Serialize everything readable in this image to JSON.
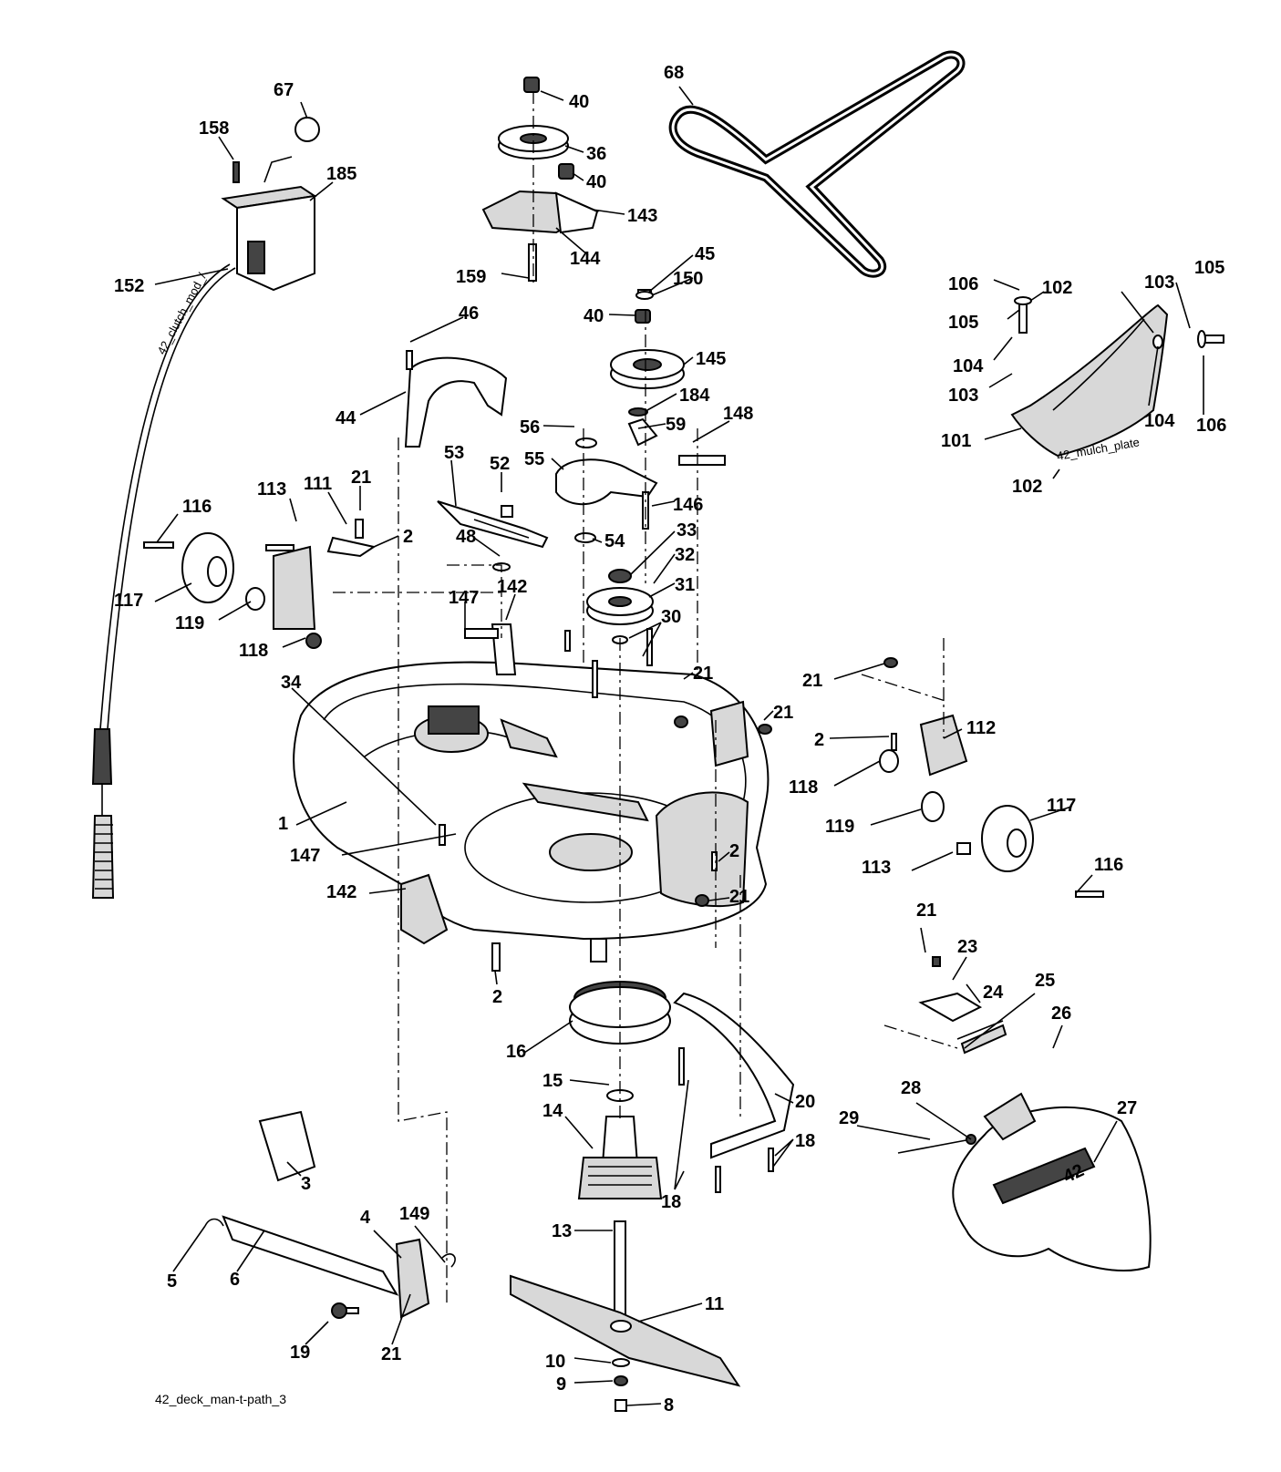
{
  "title": "42_deck_man-t-path_3",
  "stamps": {
    "clutch": "42_clutch_mod_/",
    "mulch": "42_mulch_plate"
  },
  "deck_number": "42",
  "callouts": {
    "c67": "67",
    "c158": "158",
    "c185": "185",
    "c152": "152",
    "c40a": "40",
    "c36": "36",
    "c40b": "40",
    "c143": "143",
    "c144": "144",
    "c159": "159",
    "c68": "68",
    "c45": "45",
    "c150": "150",
    "c40c": "40",
    "c145": "145",
    "c184": "184",
    "c46": "46",
    "c44": "44",
    "c106a": "106",
    "c105a": "105",
    "c102a": "102",
    "c103a": "103",
    "c105b": "105",
    "c104a": "104",
    "c103b": "103",
    "c104b": "104",
    "c106b": "106",
    "c101": "101",
    "c102b": "102",
    "c56": "56",
    "c59": "59",
    "c148": "148",
    "c53": "53",
    "c52": "52",
    "c55": "55",
    "c146": "146",
    "c54": "54",
    "c33": "33",
    "c32": "32",
    "c31": "31",
    "c30": "30",
    "c48": "48",
    "c116a": "116",
    "c113a": "113",
    "c111": "111",
    "c21a": "21",
    "c2a": "2",
    "c117a": "117",
    "c119a": "119",
    "c118a": "118",
    "c147a": "147",
    "c142a": "142",
    "c34": "34",
    "c21b": "21",
    "c21c": "21",
    "c21d": "21",
    "c112": "112",
    "c2b": "2",
    "c118b": "118",
    "c119b": "119",
    "c117b": "117",
    "c113b": "113",
    "c116b": "116",
    "c1": "1",
    "c147b": "147",
    "c142b": "142",
    "c2c": "2",
    "c21e": "21",
    "c2d": "2",
    "c21f": "21",
    "c23": "23",
    "c24": "24",
    "c25": "25",
    "c26": "26",
    "c16": "16",
    "c15": "15",
    "c14": "14",
    "c20": "20",
    "c18a": "18",
    "c18b": "18",
    "c29": "29",
    "c28": "28",
    "c27": "27",
    "c3": "3",
    "c4": "4",
    "c149": "149",
    "c5": "5",
    "c6": "6",
    "c19": "19",
    "c21g": "21",
    "c13": "13",
    "c11": "11",
    "c10": "10",
    "c9": "9",
    "c8": "8"
  }
}
